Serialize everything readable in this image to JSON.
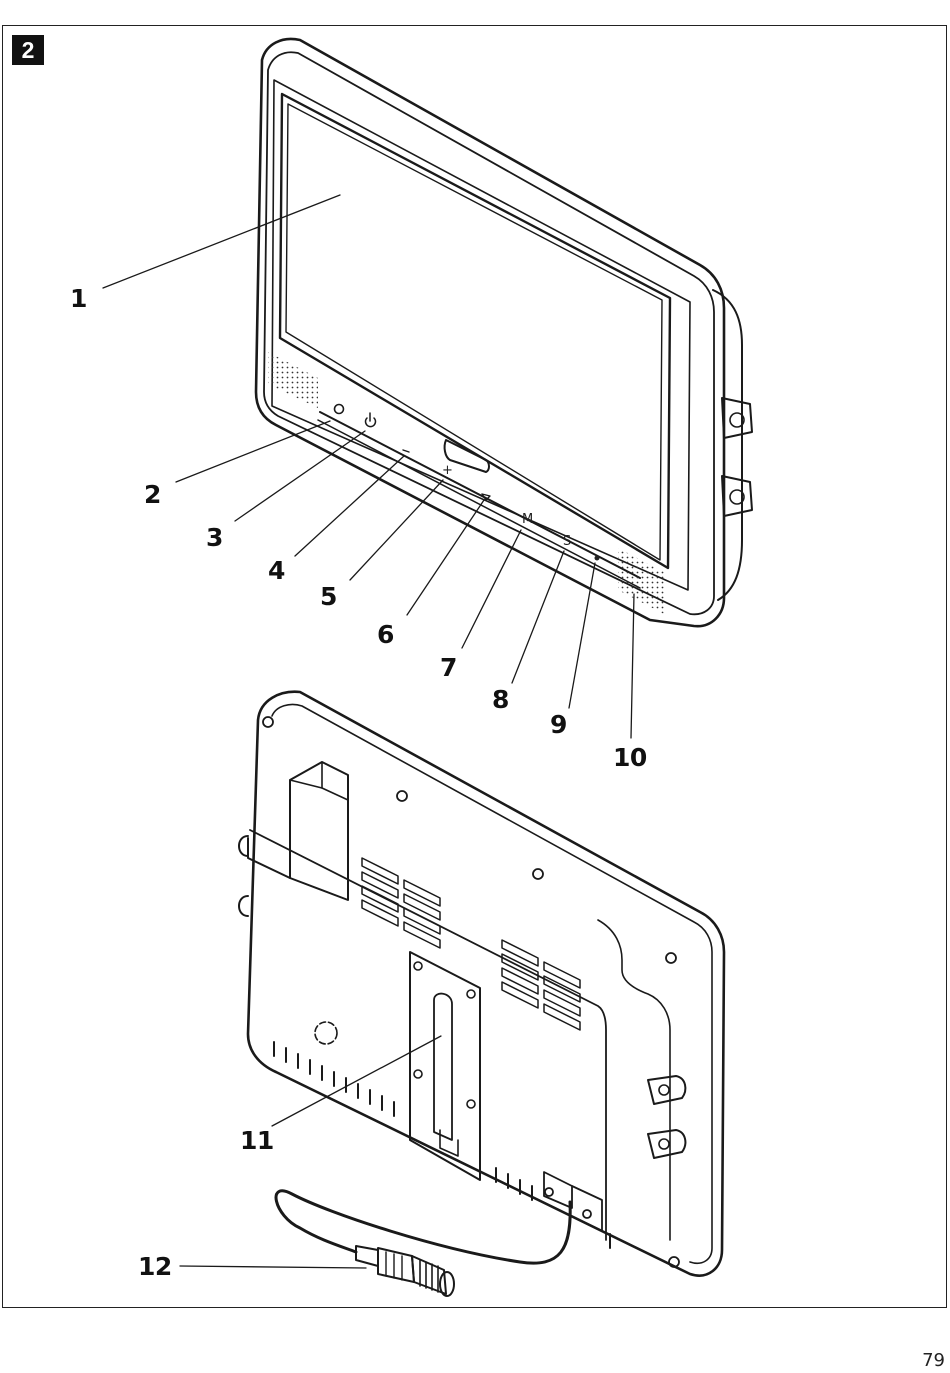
{
  "figure": {
    "number": "2"
  },
  "callouts": [
    "1",
    "2",
    "3",
    "4",
    "5",
    "6",
    "7",
    "8",
    "9",
    "10",
    "11",
    "12"
  ],
  "button_symbols": {
    "menu": "M",
    "source": "S",
    "plus": "+"
  },
  "page_number": "79"
}
